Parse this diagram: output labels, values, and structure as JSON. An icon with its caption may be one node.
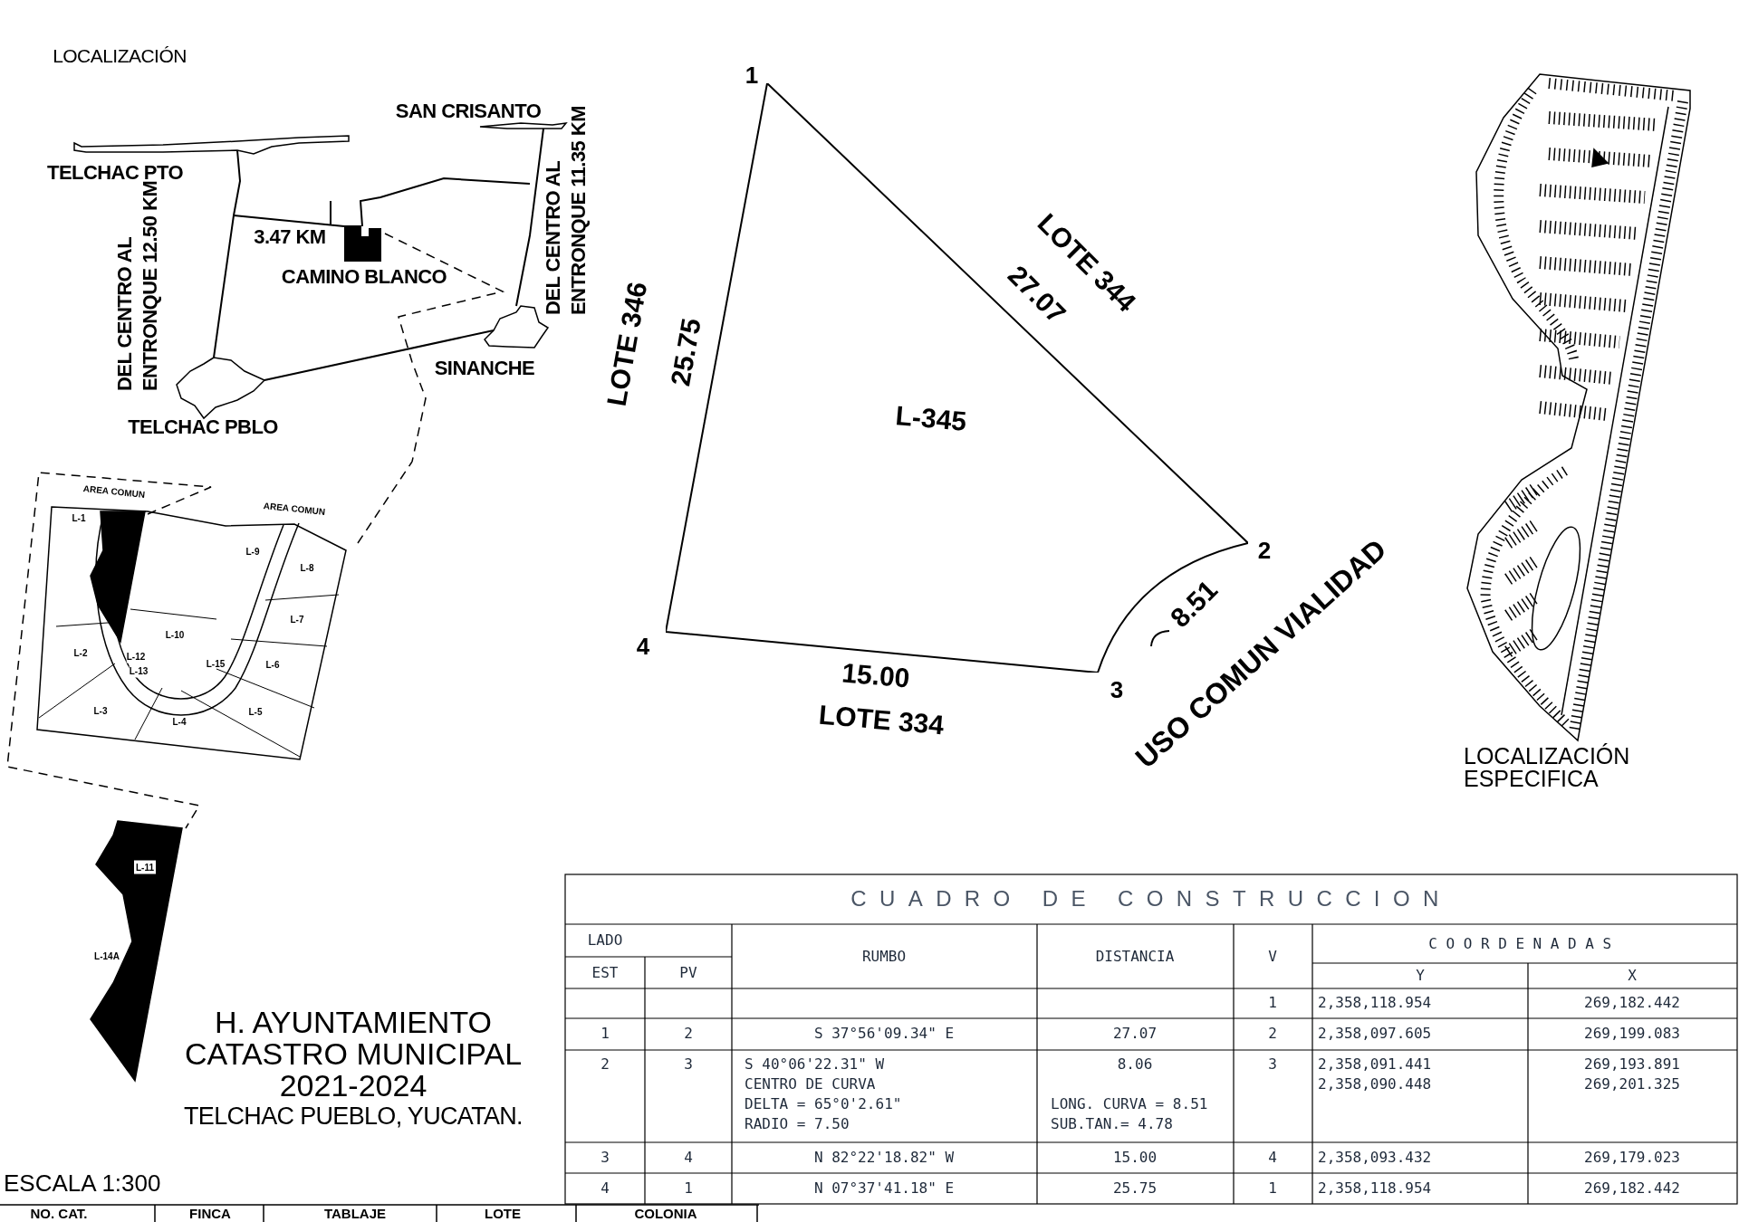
{
  "diagram": {
    "nodes": [
      {
        "text": [
          "L-345"
        ]
      }
    ],
    "labels": [
      "LOCALIZACIÓN",
      "SAN CRISANTO",
      "TELCHAC PTO",
      "DEL CENTRO AL ENTRONQUE 12.50 KM",
      "3.47 KM",
      "CAMINO BLANCO",
      "DEL CENTRO AL ENTRONQUE 11.35 KM",
      "SINANCHE",
      "TELCHAC PBLO",
      "AREA COMUN",
      "AREA COMUN",
      "L-1",
      "L-9",
      "L-8",
      "L-7",
      "L-10",
      "L-2",
      "L-12",
      "L-13",
      "L-15",
      "L-6",
      "L-3",
      "L-4",
      "L-5",
      "L-11",
      "L-14A",
      "LOTE 346",
      "25.75",
      "LOTE 344",
      "27.07",
      "1",
      "2",
      "3",
      "4",
      "8.51",
      "15.00",
      "LOTE 334",
      "USO COMUN VIALIDAD",
      "LOCALIZACIÓN ESPECIFICA",
      "H. AYUNTAMIENTO",
      "CATASTRO MUNICIPAL",
      "2021-2024",
      "TELCHAC PUEBLO, YUCATAN.",
      "ESCALA 1:300",
      "NO. CAT.",
      "FINCA",
      "TABLAJE",
      "LOTE",
      "COLONIA",
      "CUADRO DE CONSTRUCCION",
      "LADO",
      "EST",
      "PV",
      "RUMBO",
      "DISTANCIA",
      "V",
      "COORDENADAS",
      "Y",
      "X",
      "1",
      "2,358,118.954",
      "269,182.442",
      "1",
      "2",
      "S 37°56'09.34\" E",
      "27.07",
      "2",
      "2,358,097.605",
      "269,199.083",
      "2",
      "3",
      "S 40°06'22.31\" W",
      "CENTRO DE CURVA",
      "DELTA = 65°0'2.61\"",
      "RADIO = 7.50",
      "8.06",
      "LONG. CURVA = 8.51",
      "SUB.TAN.= 4.78",
      "3",
      "2,358,091.441",
      "2,358,090.448",
      "269,193.891",
      "269,201.325",
      "3",
      "4",
      "N 82°22'18.82\" W",
      "15.00",
      "4",
      "2,358,093.432",
      "269,179.023",
      "4",
      "1",
      "N 07°37'41.18\" E",
      "25.75",
      "1",
      "2,358,118.954",
      "269,182.442"
    ]
  }
}
